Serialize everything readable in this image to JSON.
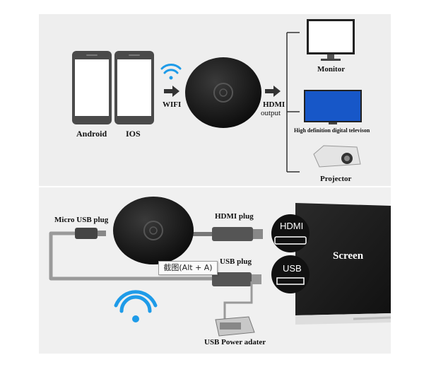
{
  "top": {
    "android_label": "Android",
    "ios_label": "IOS",
    "wifi_label": "WIFI",
    "hdmi_label": "HDMI",
    "output_label": "output",
    "monitor_label": "Monitor",
    "tv_label": "High definition digital televison",
    "projector_label": "Projector"
  },
  "bottom": {
    "micro_usb_label": "Micro USB plug",
    "hdmi_plug_label": "HDMI plug",
    "usb_plug_label": "USB plug",
    "hdmi_port_label": "HDMI",
    "usb_port_label": "USB",
    "screen_label": "Screen",
    "power_adapter_label": "USB Power adater",
    "tooltip": "截图(Alt + A)"
  },
  "colors": {
    "panel_bg": "#eeeeee",
    "phone_frame": "#4a4a4a",
    "wifi_blue": "#1e9be8",
    "tv_blue": "#1757c8",
    "dongle": "#151515",
    "cable": "#9a9a9a"
  },
  "icons": [
    "wifi-icon",
    "arrow-right-icon",
    "phone-icon",
    "monitor-icon",
    "tv-icon",
    "projector-icon",
    "dongle-icon",
    "power-adapter-icon"
  ]
}
